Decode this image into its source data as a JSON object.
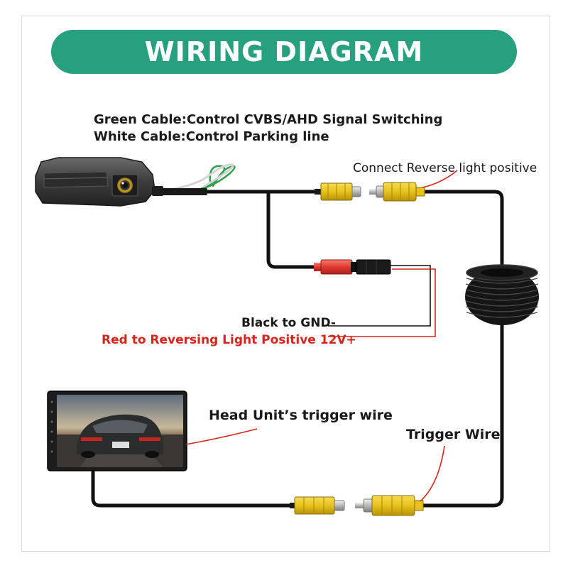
{
  "title": "WIRING DIAGRAM",
  "notes": {
    "green_cable": "Green Cable:Control CVBS/AHD Signal Switching",
    "white_cable": "White Cable:Control Parking line"
  },
  "labels": {
    "reverse_light": "Connect Reverse light positive",
    "black_gnd": "Black to GND-",
    "red_positive": "Red to Reversing Light Positive 12V+",
    "head_unit_trigger": "Head Unit’s trigger wire",
    "trigger_wire": "Trigger Wire"
  },
  "colors": {
    "banner": "#27a07f",
    "wire": "#111111",
    "rca_yellow": "#e8c21c",
    "power_red": "#e0392f",
    "callout_red": "#d9241c",
    "label_red": "#d9241c"
  }
}
